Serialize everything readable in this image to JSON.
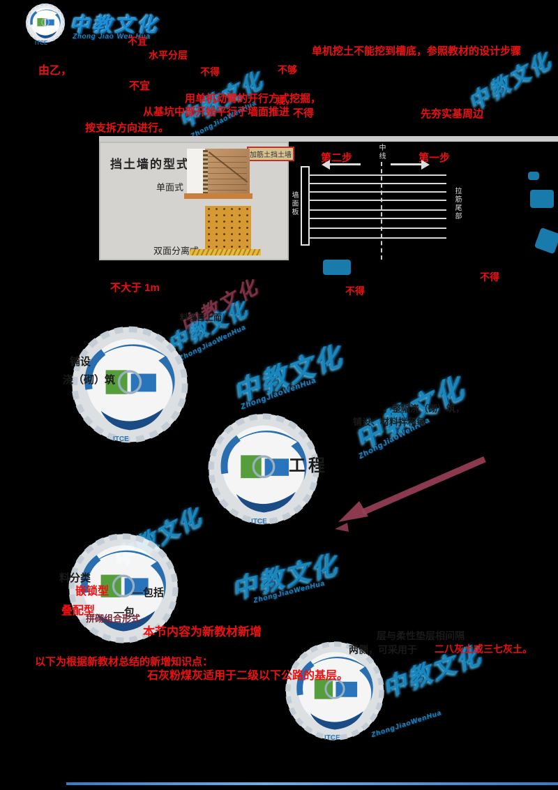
{
  "header": {
    "brand": "中教文化",
    "tagline": "Zhong Jiao Wen Hua",
    "logo_sub": "ITCE"
  },
  "watermark": {
    "text": "中教文化",
    "subtext": "ZhongJiaoWenHua",
    "logo_sub": "ITCE"
  },
  "fragments": {
    "f1": "不宜",
    "f2": "水平分层",
    "f3": "单机挖土不能挖到槽底，参照教材的设计步骤",
    "f4": "由乙，",
    "f5": "不得",
    "f6": "不够",
    "f7": "不宜",
    "f8": "规，",
    "f9": "用单机动臂的开行方式挖掘，",
    "f10": "从基坑中部开始平行于墙面推进",
    "f11": "不得",
    "f12": "先夯实基周边",
    "f13": "按支拆方向进行。",
    "f14": "不大于 1m",
    "f15": "不得",
    "f16": "不得",
    "f17": "本节内容为新教材新增",
    "f18": "二八灰土或三七灰土。",
    "f19": "以下为根据新教材总结的新增知识点：",
    "f20": "石灰粉煤灰适用于二级以下公路的基层。",
    "f21": "嵌锁型",
    "f22": "叠配型",
    "b1": "铺设",
    "b2": "浇（砌）筑",
    "b3": "、整幅浇（砌）筑，",
    "b4": "铺设、材料拌和每",
    "b5": "工程",
    "b6": "料分类",
    "b7": "—包括",
    "b8": "—包",
    "b9": "层与柔性垫层相间隔",
    "b10": "两侧，可采用于",
    "b11": "料须自上而",
    "d1": "拼砌组合形式"
  },
  "figure1": {
    "title": "挡土墙的型式",
    "tag": "加筋土挡土墙",
    "label_single": "单面式",
    "label_double": "双面分离式"
  },
  "figure2": {
    "step2": "第二步",
    "step1": "第一步",
    "centerline": "中线",
    "wall_panel": "墙面板",
    "tie_tail": "拉筋尾部"
  },
  "colors": {
    "highlight_red": "#ee1010",
    "watermark_blue": "#1e9ad6",
    "watermark_maroon": "#8e3b50",
    "bottom_rule_blue": "#3f8fd6"
  }
}
